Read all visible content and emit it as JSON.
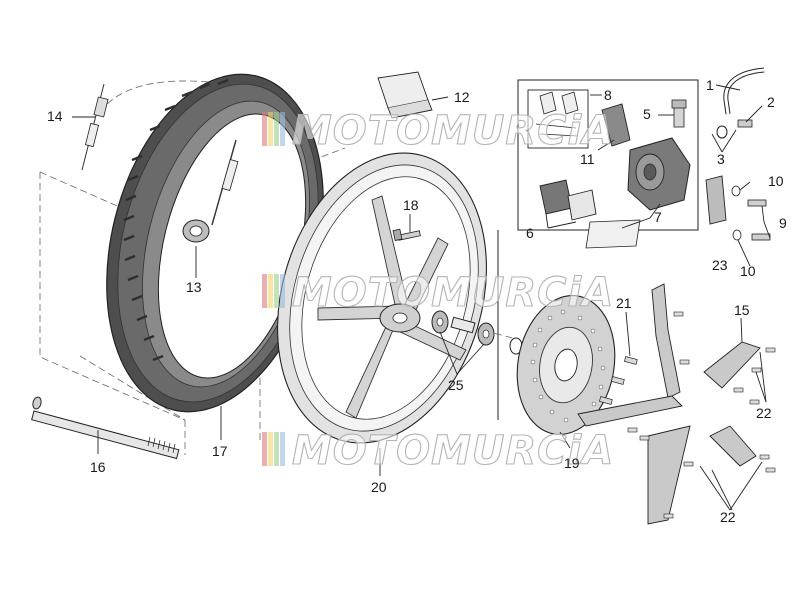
{
  "watermark": {
    "text": "MOTOMURCiA",
    "stripe_colors": [
      "#e07a7a",
      "#f2d36b",
      "#9ccf8a",
      "#9bbbe0"
    ]
  },
  "callouts": {
    "c1": "1",
    "c2": "2",
    "c3": "3",
    "c5": "5",
    "c6": "6",
    "c7": "7",
    "c8": "8",
    "c9": "9",
    "c10a": "10",
    "c10b": "10",
    "c11": "11",
    "c12": "12",
    "c13": "13",
    "c14": "14",
    "c15": "15",
    "c16": "16",
    "c17": "17",
    "c18": "18",
    "c19": "19",
    "c20": "20",
    "c21": "21",
    "c22a": "22",
    "c22b": "22",
    "c23": "23",
    "c25": "25"
  },
  "colors": {
    "tire": "#5a5a5a",
    "rim": "#d9d9d9",
    "disc": "#cfcfcf",
    "guard": "#c8c8c8",
    "caliper": "#7a7a7a"
  }
}
